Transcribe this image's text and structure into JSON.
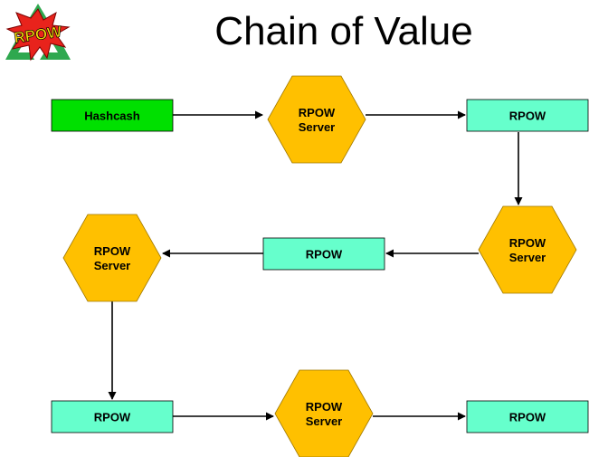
{
  "title": "Chain of Value",
  "logo": {
    "text": "RPOW",
    "icon": "recycle-icon",
    "colors": {
      "arrows": "#2fa84f",
      "burst": "#e8231c",
      "text": "#f5d90a"
    }
  },
  "colors": {
    "hashcash": "#00e000",
    "token": "#66ffcc",
    "server": "#ffc000",
    "stroke": "#000000"
  },
  "nodes": [
    {
      "id": "hashcash",
      "kind": "rect",
      "label": "Hashcash"
    },
    {
      "id": "server1",
      "kind": "hex",
      "line1": "RPOW",
      "line2": "Server"
    },
    {
      "id": "token1",
      "kind": "rect",
      "label": "RPOW"
    },
    {
      "id": "server2",
      "kind": "hex",
      "line1": "RPOW",
      "line2": "Server"
    },
    {
      "id": "token2",
      "kind": "rect",
      "label": "RPOW"
    },
    {
      "id": "server3",
      "kind": "hex",
      "line1": "RPOW",
      "line2": "Server"
    },
    {
      "id": "token3",
      "kind": "rect",
      "label": "RPOW"
    },
    {
      "id": "server4",
      "kind": "hex",
      "line1": "RPOW",
      "line2": "Server"
    },
    {
      "id": "token4",
      "kind": "rect",
      "label": "RPOW"
    }
  ],
  "edges": [
    [
      "hashcash",
      "server1"
    ],
    [
      "server1",
      "token1"
    ],
    [
      "token1",
      "server2"
    ],
    [
      "server2",
      "token2"
    ],
    [
      "token2",
      "server3"
    ],
    [
      "server3",
      "token3"
    ],
    [
      "token3",
      "server4"
    ],
    [
      "server4",
      "token4"
    ]
  ]
}
